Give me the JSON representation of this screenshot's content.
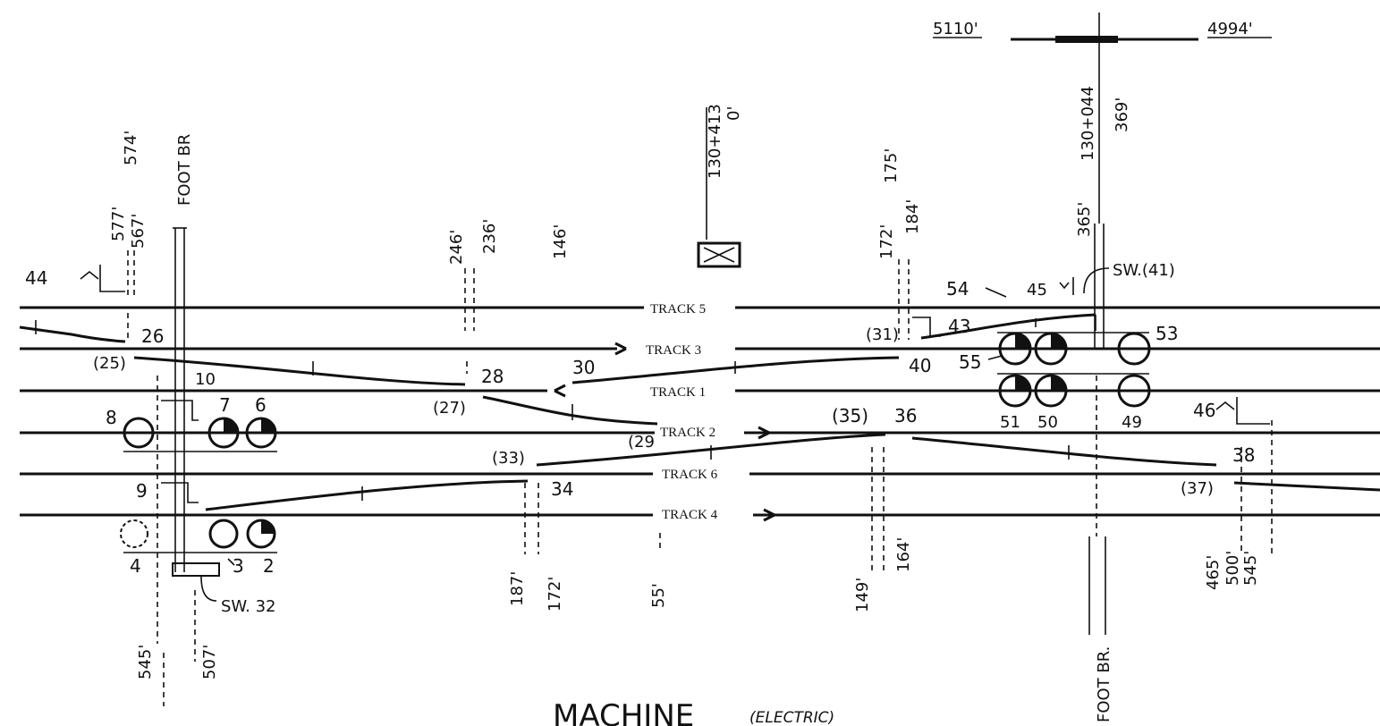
{
  "header": {
    "left_distance": "5110'",
    "right_distance": "4994'"
  },
  "tracks": [
    {
      "label": "TRACK 5"
    },
    {
      "label": "TRACK 3"
    },
    {
      "label": "TRACK 1"
    },
    {
      "label": "TRACK 2"
    },
    {
      "label": "TRACK 6"
    },
    {
      "label": "TRACK 4"
    }
  ],
  "top_labels": {
    "d577": "577'",
    "d574": "574'",
    "d567": "567'",
    "foot_br_left": "FOOT BR",
    "d246": "246'",
    "d236": "236'",
    "d146": "146'",
    "station_chainage": "130+413",
    "station_zero": "0'",
    "d172": "172'",
    "d175": "175'",
    "d184": "184'",
    "d365": "365'",
    "chainage_right": "130+044",
    "d369": "369'"
  },
  "bottom_labels": {
    "d545": "545'",
    "d507": "507'",
    "d187": "187'",
    "d172b": "172'",
    "d55": "55'",
    "d149": "149'",
    "d164": "164'",
    "foot_br_right": "FOOT BR.",
    "d465": "465'",
    "d500": "500'",
    "d545b": "545'"
  },
  "devices": {
    "n44": "44",
    "n26": "26",
    "n25": "(25)",
    "n10": "10",
    "n8": "8",
    "n7": "7",
    "n6": "6",
    "n9": "9",
    "n4": "4",
    "n3": "3",
    "n2": "2",
    "sw32": "SW. 32",
    "n28": "28",
    "n27": "(27)",
    "n30": "30",
    "n29": "(29",
    "n33": "(33)",
    "n34": "34",
    "n31": "(31)",
    "n43": "43",
    "n40": "40",
    "n35": "(35)",
    "n36": "36",
    "n54": "54",
    "n45": "45",
    "sw41": "SW.(41)",
    "n55": "55",
    "n53": "53",
    "n51": "51",
    "n50": "50",
    "n49": "49",
    "n46": "46",
    "n38": "38",
    "n37": "(37)"
  },
  "footer": {
    "title": "MACHINE",
    "subtitle": "(ELECTRIC)"
  }
}
